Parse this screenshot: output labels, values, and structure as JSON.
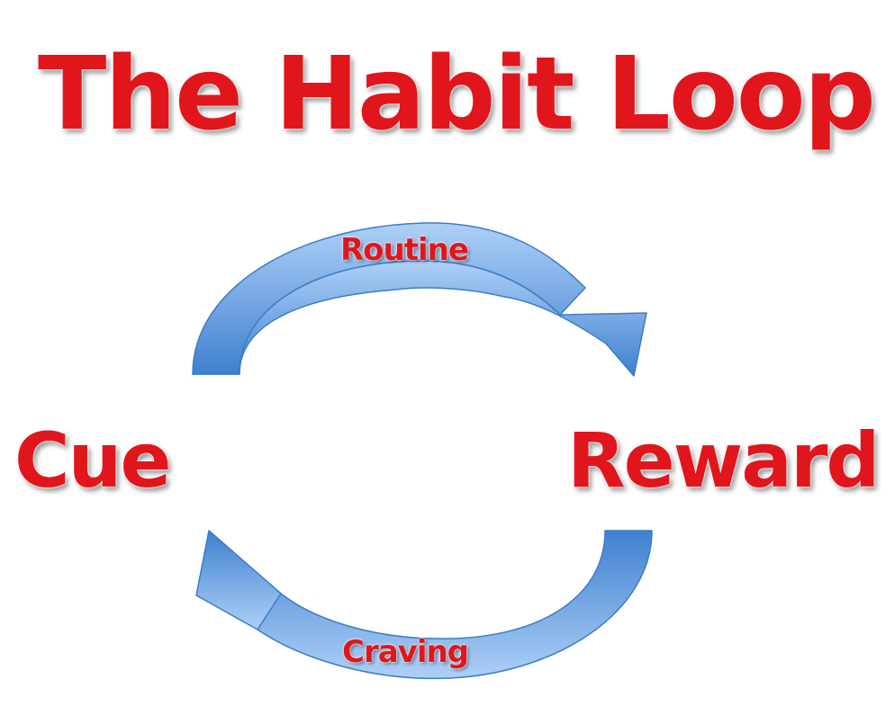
{
  "title": "The Habit Loop",
  "nodes": {
    "cue": "Cue",
    "reward": "Reward"
  },
  "arrows": {
    "top": "Routine",
    "bottom": "Craving"
  },
  "colors": {
    "text": "#e0161c",
    "arrow_light": "#a9cdf6",
    "arrow_dark": "#3a7dcc",
    "arrow_stroke": "#3d7cc4"
  }
}
